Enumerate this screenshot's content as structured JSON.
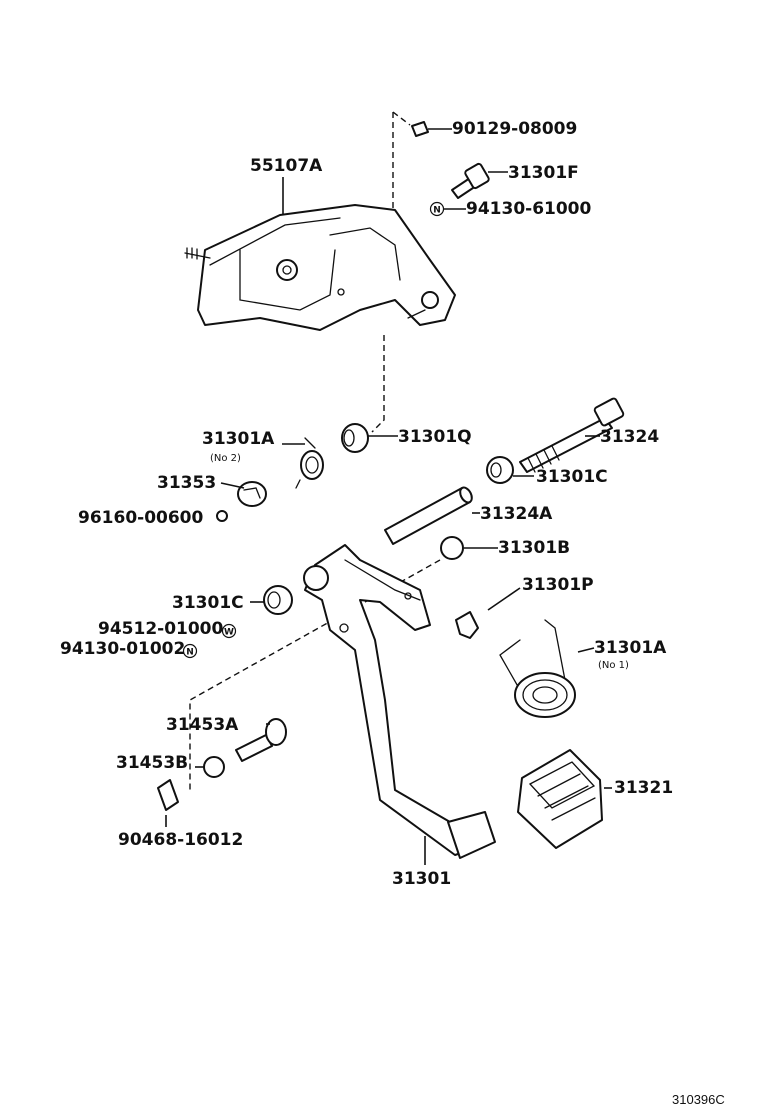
{
  "diagram_id": "310396C",
  "symbols": {
    "n": "N",
    "w": "W"
  },
  "labels": {
    "bolt_top": "90129-08009",
    "bolt_f": "31301F",
    "nut_top": "94130-61000",
    "bracket": "55107A",
    "spring_no2": "31301A",
    "spring_no2_note": "(No 2)",
    "bushing_q": "31301Q",
    "bolt_shaft": "31324",
    "stopper": "31353",
    "bushing_c_right": "31301C",
    "screw": "96160-00600",
    "collar": "31324A",
    "cushion_b": "31301B",
    "clip_p": "31301P",
    "bushing_c_left": "31301C",
    "washer": "94512-01000",
    "nut_lower": "94130-01002",
    "spring_no1": "31301A",
    "spring_no1_note": "(No 1)",
    "pin_a": "31453A",
    "bushing_b": "31453B",
    "pedal_pad": "31321",
    "clip_pin": "90468-16012",
    "pedal": "31301"
  }
}
